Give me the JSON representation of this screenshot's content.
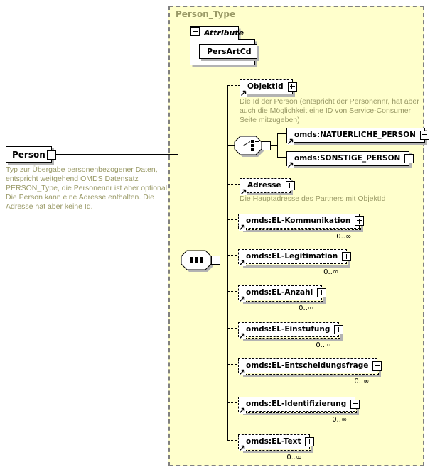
{
  "diagram": {
    "type_label": "Person_Type",
    "root": {
      "label": "Person",
      "annotation": "Typ zur Übergabe personenbezogener Daten, entspricht weitgehend OMDS Datensatz PERSON_Type, die Personennr ist aber optional. Die Person kann eine Adresse enthalten. Die Adresse hat aber keine Id."
    },
    "attribute_section": {
      "label": "Attribute",
      "attributes": [
        {
          "name": "PersArtCd"
        }
      ]
    },
    "children": [
      {
        "label": "ObjektId",
        "annotation": "Die Id der Person (entspricht der Personennr, hat aber auch die Möglichkeit eine ID von Service-Consumer Seite mitzugeben)"
      },
      {
        "label": "omds:NATUERLICHE_PERSON"
      },
      {
        "label": "omds:SONSTIGE_PERSON"
      },
      {
        "label": "Adresse",
        "annotation": "Die Hauptadresse des Partners mit ObjektId"
      },
      {
        "label": "omds:EL-Kommunikation",
        "cardinality": "0..∞"
      },
      {
        "label": "omds:EL-Legitimation",
        "cardinality": "0..∞"
      },
      {
        "label": "omds:EL-Anzahl",
        "cardinality": "0..∞"
      },
      {
        "label": "omds:EL-Einstufung",
        "cardinality": "0..∞"
      },
      {
        "label": "omds:EL-Entscheidungsfrage",
        "cardinality": "0..∞"
      },
      {
        "label": "omds:EL-Identifizierung",
        "cardinality": "0..∞"
      },
      {
        "label": "omds:EL-Text",
        "cardinality": "0..∞"
      }
    ],
    "icons": {
      "expand": "plus-icon",
      "collapse": "minus-icon",
      "reference": "ne-arrow-icon",
      "sequence": "sequence-compositor-icon",
      "choice": "choice-compositor-icon"
    }
  },
  "colors": {
    "container_fill": "#FFFFCC",
    "annotation_text": "#999966",
    "shadow": "#B3B3B3",
    "box_border": "#000000"
  }
}
